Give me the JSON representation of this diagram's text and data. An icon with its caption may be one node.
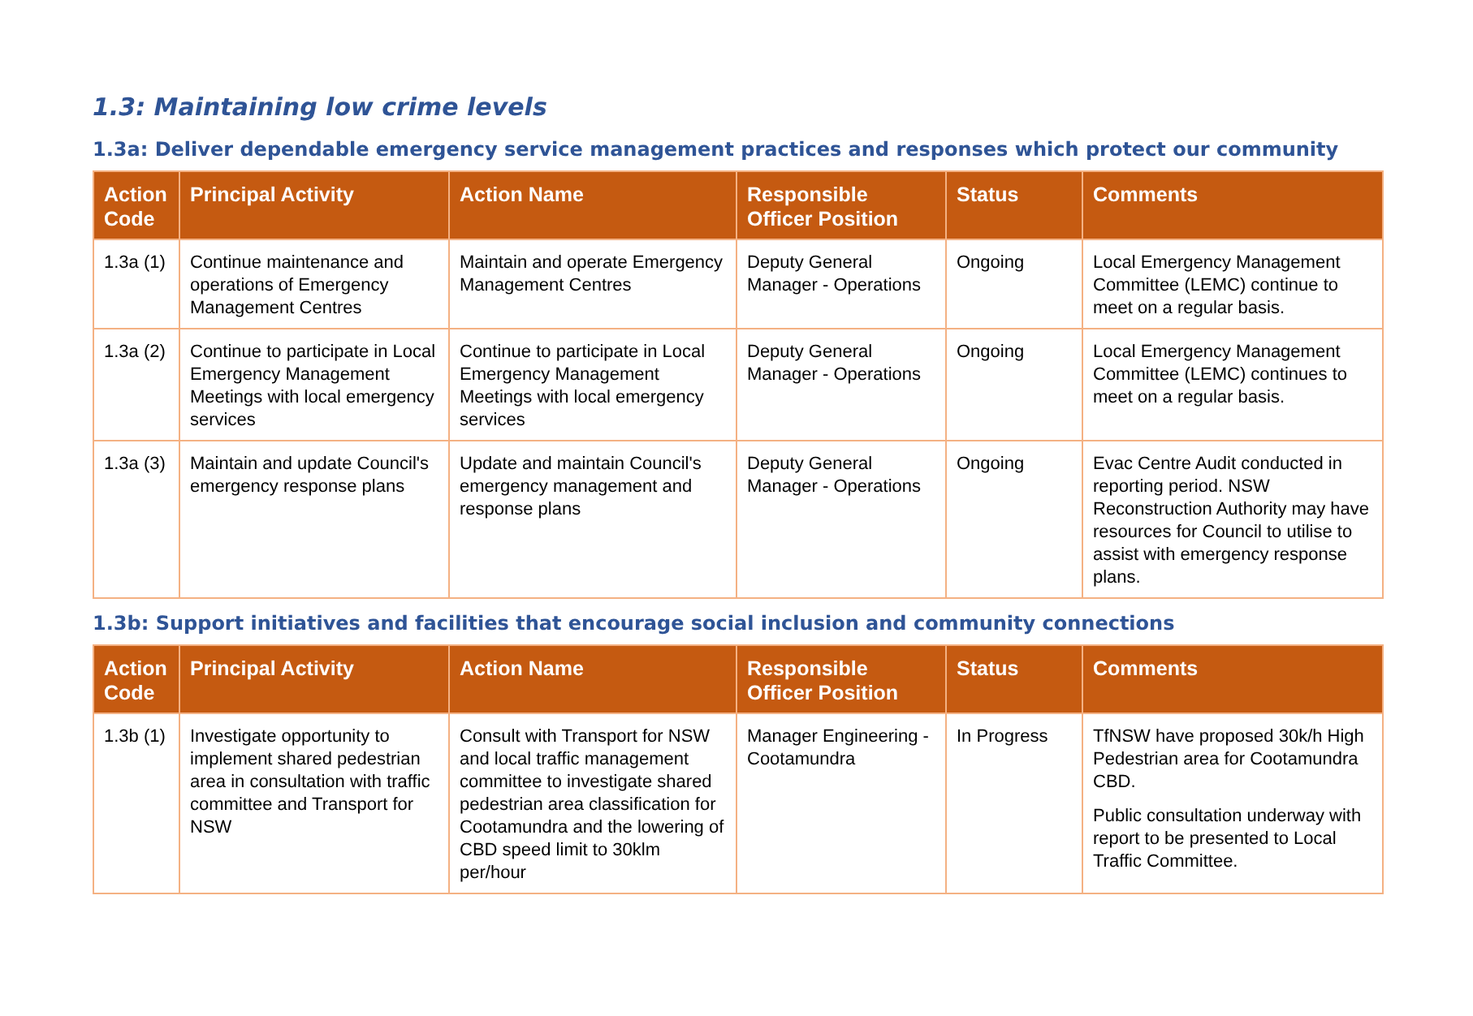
{
  "diagram": {
    "title": "1.3: Maintaining low crime levels",
    "labels": [
      "1.3a: Deliver dependable emergency service management practices and responses which protect our community",
      "Action Code",
      "Principal Activity",
      "Action Name",
      "Responsible Officer Position",
      "Status",
      "Comments",
      "1.3a (1)",
      "Continue maintenance and operations of Emergency Management Centres",
      "Maintain and operate Emergency Management Centres",
      "Deputy General Manager - Operations",
      "Ongoing",
      "Local Emergency Management Committee (LEMC) continue to meet on a regular basis.",
      "1.3a (2)",
      "Continue to participate in Local Emergency Management Meetings with local emergency services",
      "Continue to participate in Local Emergency Management Meetings with local emergency services",
      "Deputy General Manager - Operations",
      "Ongoing",
      "Local Emergency Management Committee (LEMC) continues to meet on a regular basis.",
      "1.3a (3)",
      "Maintain and update Council's emergency response plans",
      "Update and maintain Council's emergency management and response plans",
      "Deputy General Manager - Operations",
      "Ongoing",
      "Evac Centre Audit conducted in reporting period. NSW Reconstruction Authority may have resources for Council to utilise to assist with emergency response plans.",
      "1.3b: Support initiatives and facilities that encourage social inclusion and community connections",
      "Action Code",
      "Principal Activity",
      "Action Name",
      "Responsible Officer Position",
      "Status",
      "Comments",
      "1.3b (1)",
      "Investigate opportunity to implement shared pedestrian area in consultation with traffic committee and Transport for NSW",
      "Consult with Transport for NSW and local traffic management committee to investigate shared pedestrian area classification for Cootamundra and the lowering of CBD speed limit to 30klm per/hour",
      "Manager Engineering - Cootamundra",
      "In Progress",
      "TfNSW have proposed 30k/h High Pedestrian area for Cootamundra CBD.",
      "Public consultation underway with report to be presented to Local Traffic Committee."
    ]
  }
}
